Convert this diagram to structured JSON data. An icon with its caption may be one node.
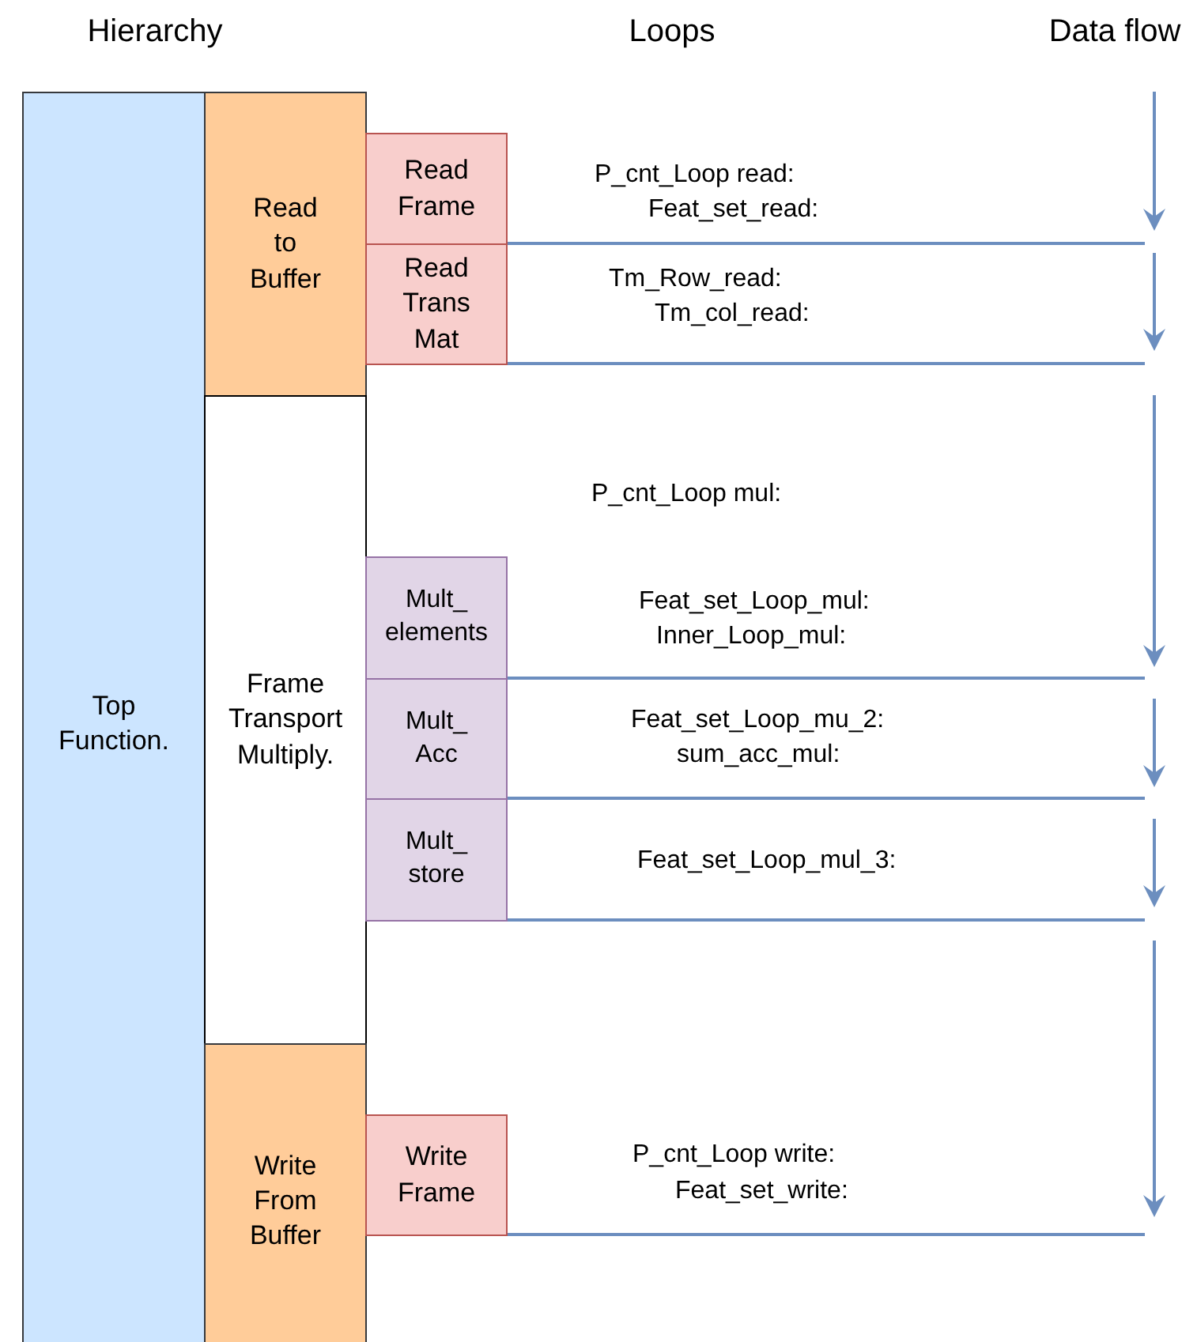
{
  "diagram": {
    "nodes": [
      {
        "text": [
          "Top Function."
        ]
      },
      {
        "text": [
          "Read to Buffer"
        ]
      },
      {
        "text": [
          "Frame Transport Multiply."
        ]
      },
      {
        "text": [
          "Write From Buffer"
        ]
      },
      {
        "text": [
          "Read Frame"
        ]
      },
      {
        "text": [
          "Read Trans Mat"
        ]
      },
      {
        "text": [
          "Mult_ elements"
        ]
      },
      {
        "text": [
          "Mult_ Acc"
        ]
      },
      {
        "text": [
          "Mult_ store"
        ]
      },
      {
        "text": [
          "Write Frame"
        ]
      }
    ],
    "edges": [
      {
        "from": 4,
        "to": null,
        "arrow": "none"
      },
      {
        "from": 5,
        "to": null,
        "arrow": "none"
      },
      {
        "from": 6,
        "to": null,
        "arrow": "none"
      },
      {
        "from": 7,
        "to": null,
        "arrow": "none"
      },
      {
        "from": 8,
        "to": null,
        "arrow": "none"
      },
      {
        "from": 9,
        "to": null,
        "arrow": "none"
      }
    ],
    "labels": [
      "Hierarchy",
      "Loops",
      "Data flow",
      "P_cnt_Loop read:",
      "Feat_set_read:",
      "Tm_Row_read:",
      "Tm_col_read:",
      "P_cnt_Loop mul:",
      "Feat_set_Loop_mul:",
      "Inner_Loop_mul:",
      "Feat_set_Loop_mu_2:",
      "sum_acc_mul:",
      "Feat_set_Loop_mul_3:",
      "P_cnt_Loop write:",
      "Feat_set_write:"
    ]
  }
}
